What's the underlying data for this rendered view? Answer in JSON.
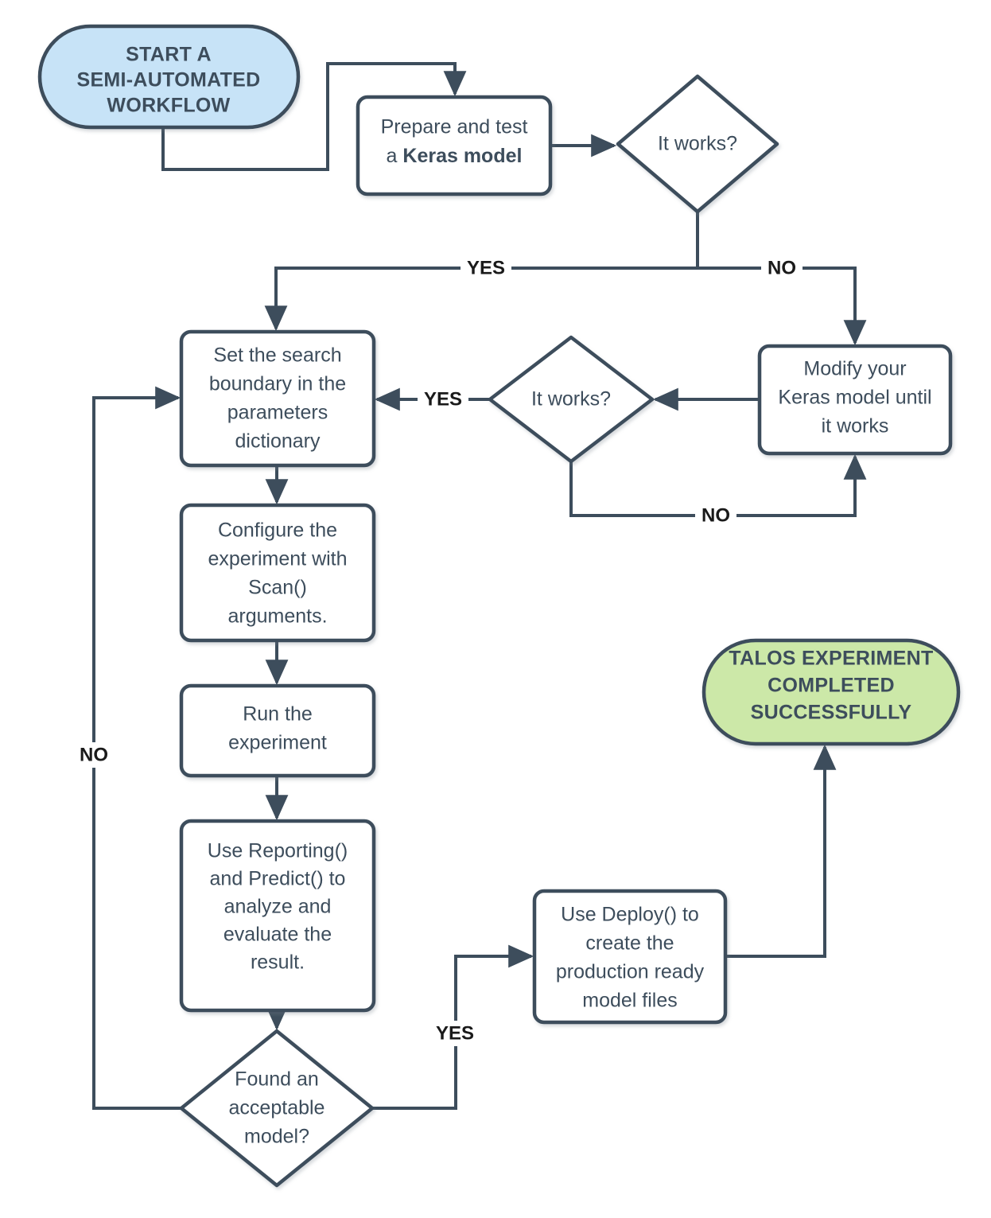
{
  "diagram": {
    "title": "Talos semi-automated workflow flowchart",
    "background": "#ffffff",
    "colors": {
      "stroke": "#3d4d5c",
      "process_fill": "#ffffff",
      "start_fill": "#c7e3f7",
      "end_fill": "#cce8a8",
      "text": "#3d4d5c",
      "label_text": "#1a1a1a"
    }
  },
  "nodes": {
    "start": {
      "type": "terminator",
      "line1": "START A",
      "line2": "SEMI-AUTOMATED",
      "line3": "WORKFLOW"
    },
    "prepare": {
      "type": "process",
      "line1": "Prepare and test",
      "line2_plain": "a ",
      "line2_bold": "Keras model"
    },
    "decision_works_1": {
      "type": "decision",
      "label": "It works?"
    },
    "modify": {
      "type": "process",
      "line1": "Modify your",
      "line2": "Keras model until",
      "line3": "it works"
    },
    "decision_works_2": {
      "type": "decision",
      "label": "It works?"
    },
    "set_boundary": {
      "type": "process",
      "line1": "Set the search",
      "line2": "boundary in the",
      "line3": "parameters",
      "line4": "dictionary"
    },
    "configure": {
      "type": "process",
      "line1": "Configure the",
      "line2": "experiment with",
      "line3": "Scan()",
      "line4": "arguments."
    },
    "run": {
      "type": "process",
      "line1": "Run the",
      "line2": "experiment"
    },
    "reporting": {
      "type": "process",
      "line1": "Use Reporting()",
      "line2": "and Predict() to",
      "line3": "analyze and",
      "line4": "evaluate the",
      "line5": "result."
    },
    "decision_found": {
      "type": "decision",
      "line1": "Found an",
      "line2": "acceptable",
      "line3": "model?"
    },
    "deploy": {
      "type": "process",
      "line1": "Use Deploy() to",
      "line2": "create the",
      "line3": "production ready",
      "line4": "model files"
    },
    "end": {
      "type": "terminator",
      "line1": "TALOS EXPERIMENT",
      "line2": "COMPLETED",
      "line3": "SUCCESSFULLY"
    }
  },
  "edge_labels": {
    "works1_yes": "YES",
    "works1_no": "NO",
    "works2_yes": "YES",
    "works2_no": "NO",
    "found_yes": "YES",
    "found_no": "NO"
  }
}
